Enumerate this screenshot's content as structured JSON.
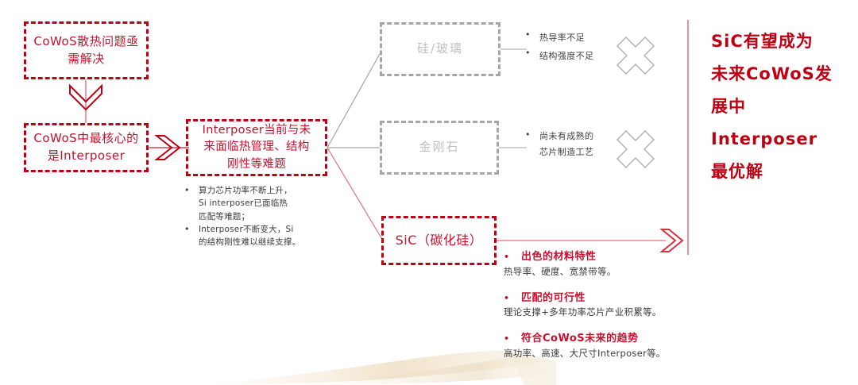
{
  "slide": {
    "flow": {
      "node_problem": {
        "label": "CoWoS散热问题亟\n需解决"
      },
      "node_core": {
        "label": "CoWoS中最核心的\n是Interposer"
      },
      "node_interposer": {
        "label": "Interposer当前与未\n来面临热管理、结构\n刚性等难题"
      },
      "interposer_notes": [
        "算力芯片功率不断上升，\nSi interposer已面临热\n匹配等难题；",
        "Interposer不断变大，Si\n的结构刚性难以继续支撑。"
      ],
      "option_silicon": {
        "label": "硅/玻璃",
        "notes": [
          "热导率不足",
          "结构强度不足"
        ],
        "verdict_icon": "cross-icon"
      },
      "option_diamond": {
        "label": "金刚石",
        "notes": [
          "尚未有成熟的\n芯片制造工艺"
        ],
        "verdict_icon": "cross-icon"
      },
      "option_sic": {
        "label": "SiC（碳化硅）",
        "notes": [
          {
            "head": "出色的材料特性",
            "sub": "热导率、硬度、宽禁带等。"
          },
          {
            "head": "匹配的可行性",
            "sub": "理论支撑+多年功率芯片产业积累等。"
          },
          {
            "head": "符合CoWoS未来的趋势",
            "sub": "高功率、高速、大尺寸Interposer等。"
          }
        ]
      }
    },
    "conclusion": {
      "lines": [
        "SiC有望成为",
        "未来CoWoS发",
        "展中",
        "Interposer",
        "最优解"
      ]
    },
    "colors": {
      "red": "#c00012",
      "red_text": "#c8102e",
      "gray_border": "#a6a6a6",
      "gray_text": "#bfbfbf",
      "link_gray": "#8c8c8c",
      "link_red": "#e06070",
      "divider": "#ef8e95",
      "body_text": "#3a3a3a",
      "background": "#ffffff"
    }
  }
}
